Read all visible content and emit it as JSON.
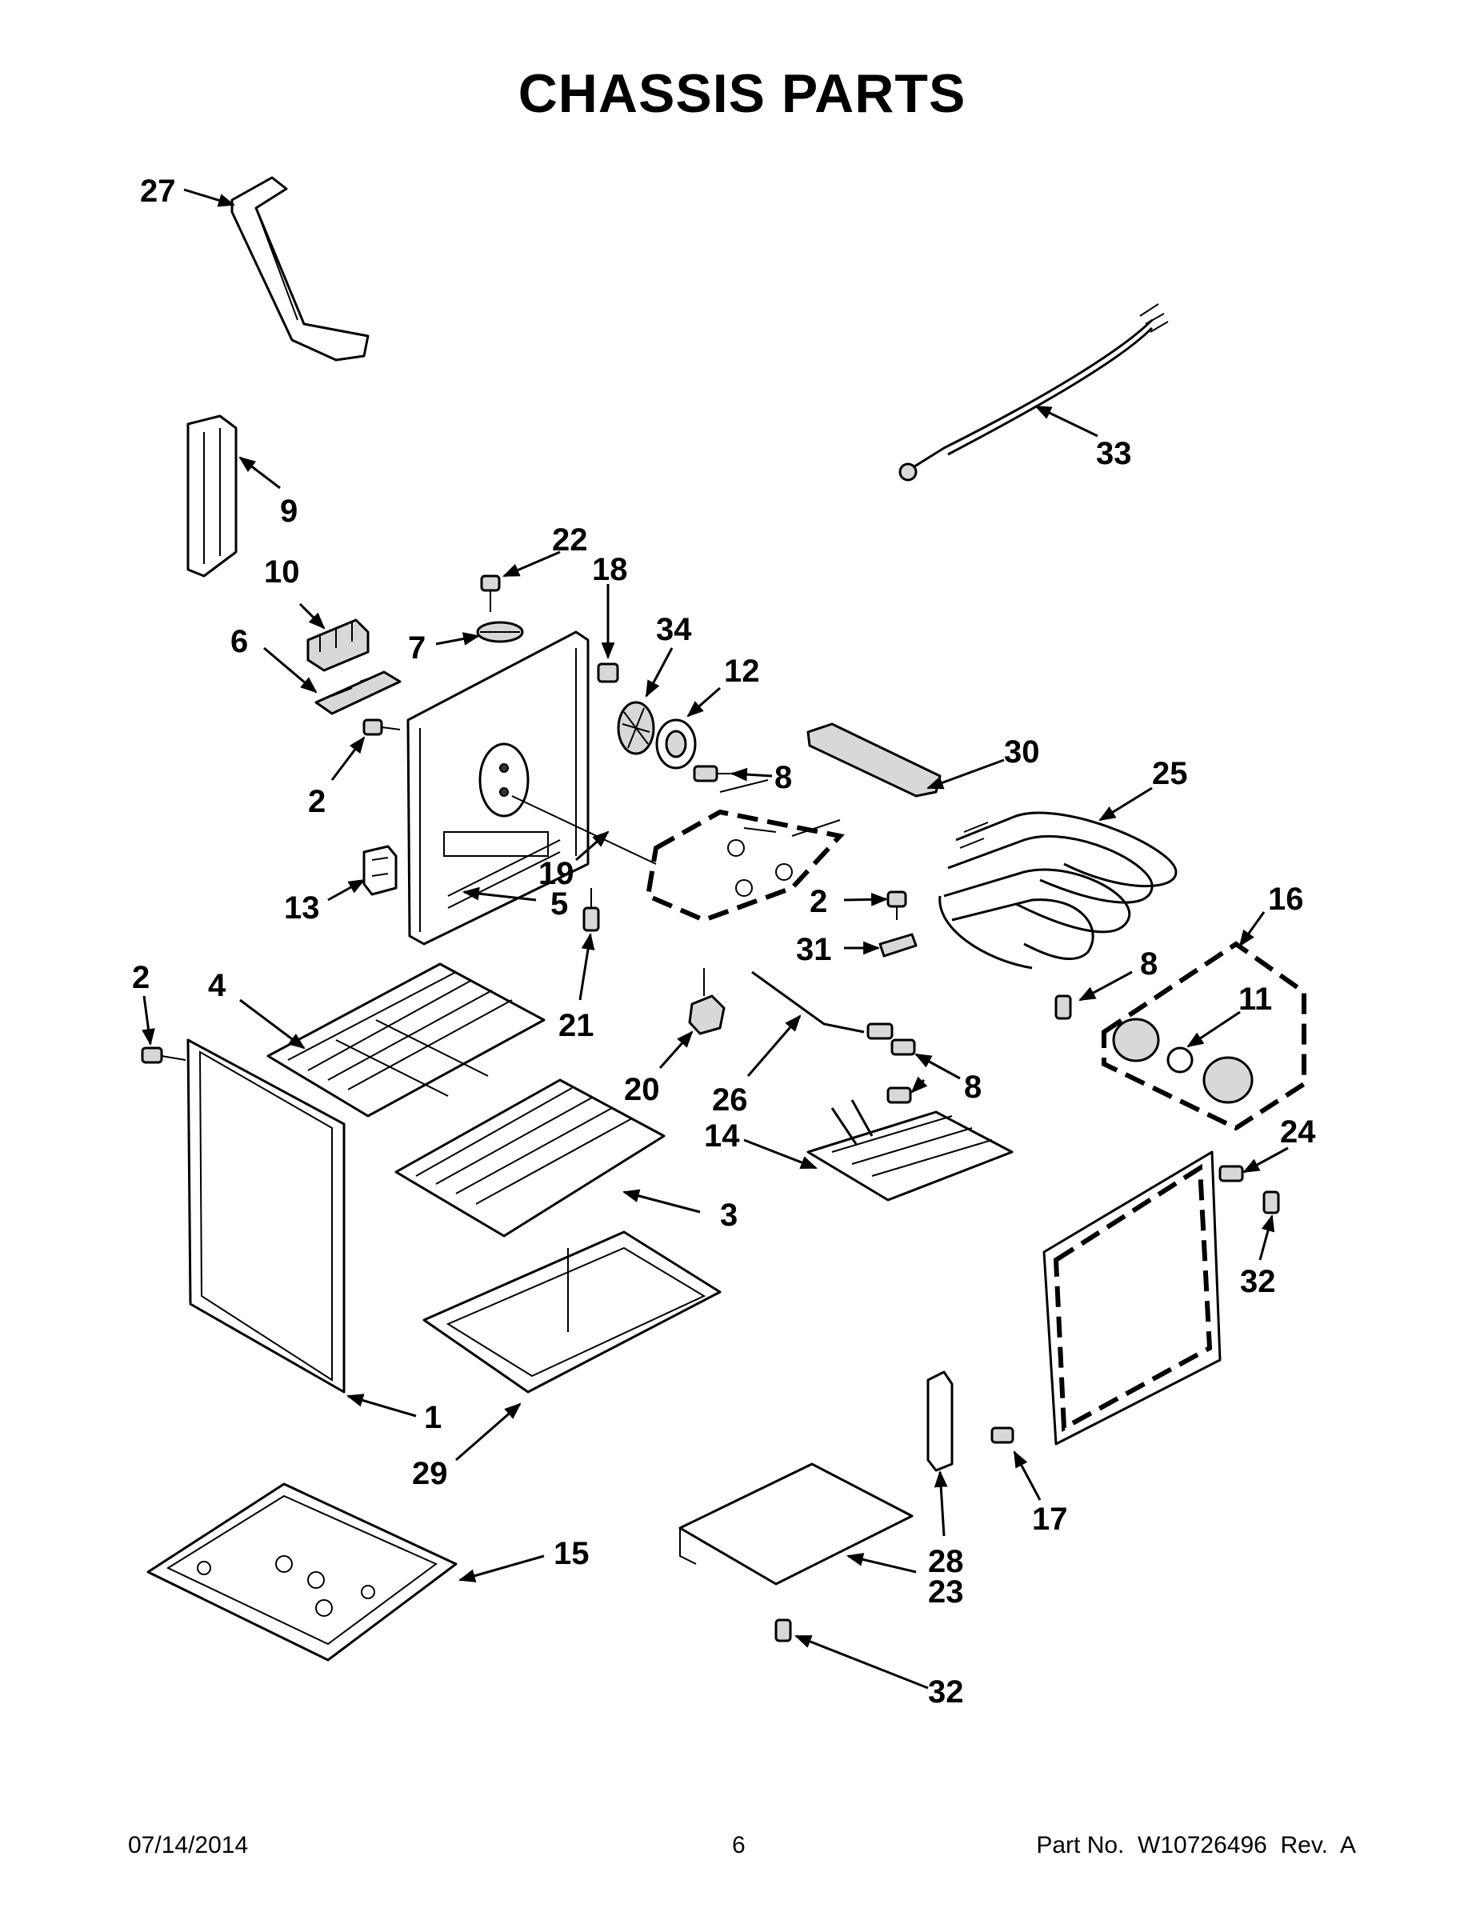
{
  "title": "CHASSIS PARTS",
  "footer": {
    "date": "07/14/2014",
    "page": "6",
    "part_no": "Part No.  W10726496  Rev.  A"
  },
  "callouts": {
    "c27": "27",
    "c33": "33",
    "c9": "9",
    "c22": "22",
    "c18": "18",
    "c10": "10",
    "c34": "34",
    "c12": "12",
    "c6": "6",
    "c7": "7",
    "c30": "30",
    "c25": "25",
    "c8a": "8",
    "c2a": "2",
    "c19": "19",
    "c13": "13",
    "c5": "5",
    "c2b": "2",
    "c16": "16",
    "c31": "31",
    "c2c": "2",
    "c4": "4",
    "c8b": "8",
    "c11": "11",
    "c21": "21",
    "c20": "20",
    "c8c": "8",
    "c26": "26",
    "c14": "14",
    "c24": "24",
    "c3": "3",
    "c32a": "32",
    "c1": "1",
    "c29": "29",
    "c17": "17",
    "c15": "15",
    "c28": "28",
    "c23": "23",
    "c32b": "32"
  }
}
